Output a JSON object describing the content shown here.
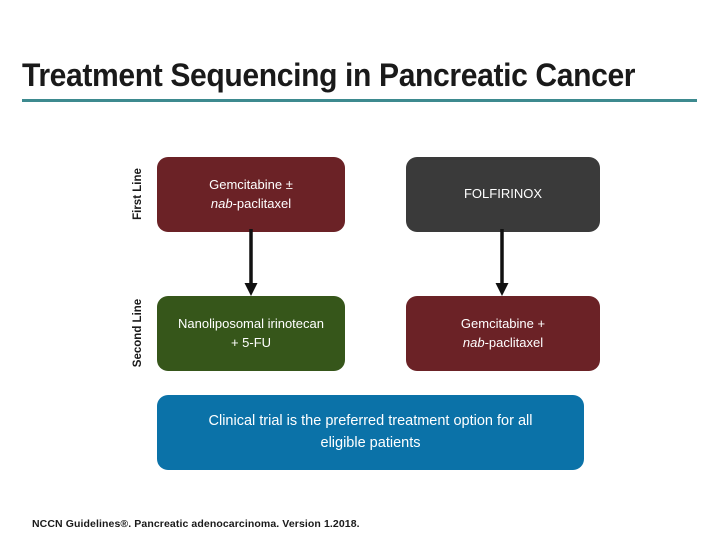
{
  "slide": {
    "title": "Treatment Sequencing in Pancreatic Cancer",
    "footer": "NCCN Guidelines®. Pancreatic adenocarcinoma. Version 1.2018."
  },
  "rows": {
    "first_line_label": "First Line",
    "second_line_label": "Second Line"
  },
  "boxes": {
    "gem_nab_first": {
      "line1": "Gemcitabine ±",
      "line2_italic": "nab",
      "line2_rest": "-paclitaxel",
      "color": "#6b2226"
    },
    "folfirinox": {
      "line1": "FOLFIRINOX",
      "color": "#3a3a3a"
    },
    "nanoliposomal": {
      "line1": "Nanoliposomal irinotecan",
      "line2": "+ 5-FU",
      "color": "#36561a"
    },
    "gem_nab_second": {
      "line1": "Gemcitabine +",
      "line2_italic": "nab",
      "line2_rest": "-paclitaxel",
      "color": "#6b2226"
    },
    "clinical_trial": {
      "line1": "Clinical trial is the preferred treatment option for all",
      "line2": "eligible patients",
      "color": "#0b72a8"
    }
  },
  "accent": {
    "title_rule_color": "#3d8a8f",
    "arrow_color": "#111111"
  }
}
